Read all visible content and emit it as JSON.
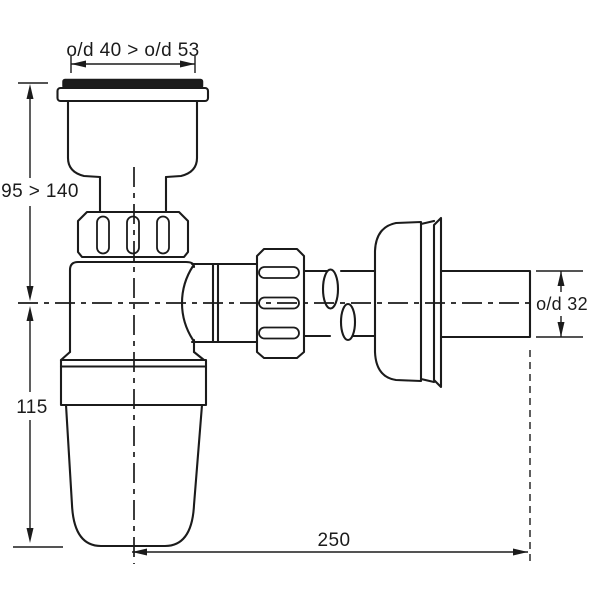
{
  "diagram": {
    "labels": {
      "inlet_diameter": "o/d 40 > o/d 53",
      "inlet_height": "95 > 140",
      "body_height": "115",
      "outlet_length": "250",
      "outlet_diameter": "o/d 32"
    },
    "colors": {
      "line": "#1b1b1b",
      "background": "#ffffff",
      "seal": "#1b1b1b"
    }
  }
}
